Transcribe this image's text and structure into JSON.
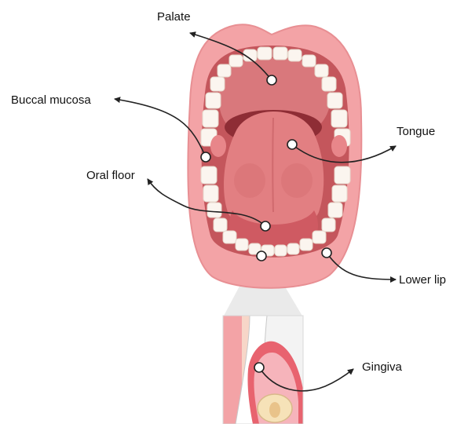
{
  "labels": {
    "palate": "Palate",
    "buccal_mucosa": "Buccal mucosa",
    "tongue": "Tongue",
    "oral_floor": "Oral floor",
    "lower_lip": "Lower lip",
    "gingiva": "Gingiva"
  },
  "colors": {
    "lip": "#f3a3a6",
    "lip_outline": "#e88f93",
    "mouth_interior": "#c4565c",
    "palate": "#d9787c",
    "teeth": "#fbf5ef",
    "tongue": "#e27f82",
    "tongue_shadow": "#d06a6e",
    "inset_bg": "#f1f1f1",
    "gingiva": "#e8636f",
    "annotation": "#222222"
  }
}
